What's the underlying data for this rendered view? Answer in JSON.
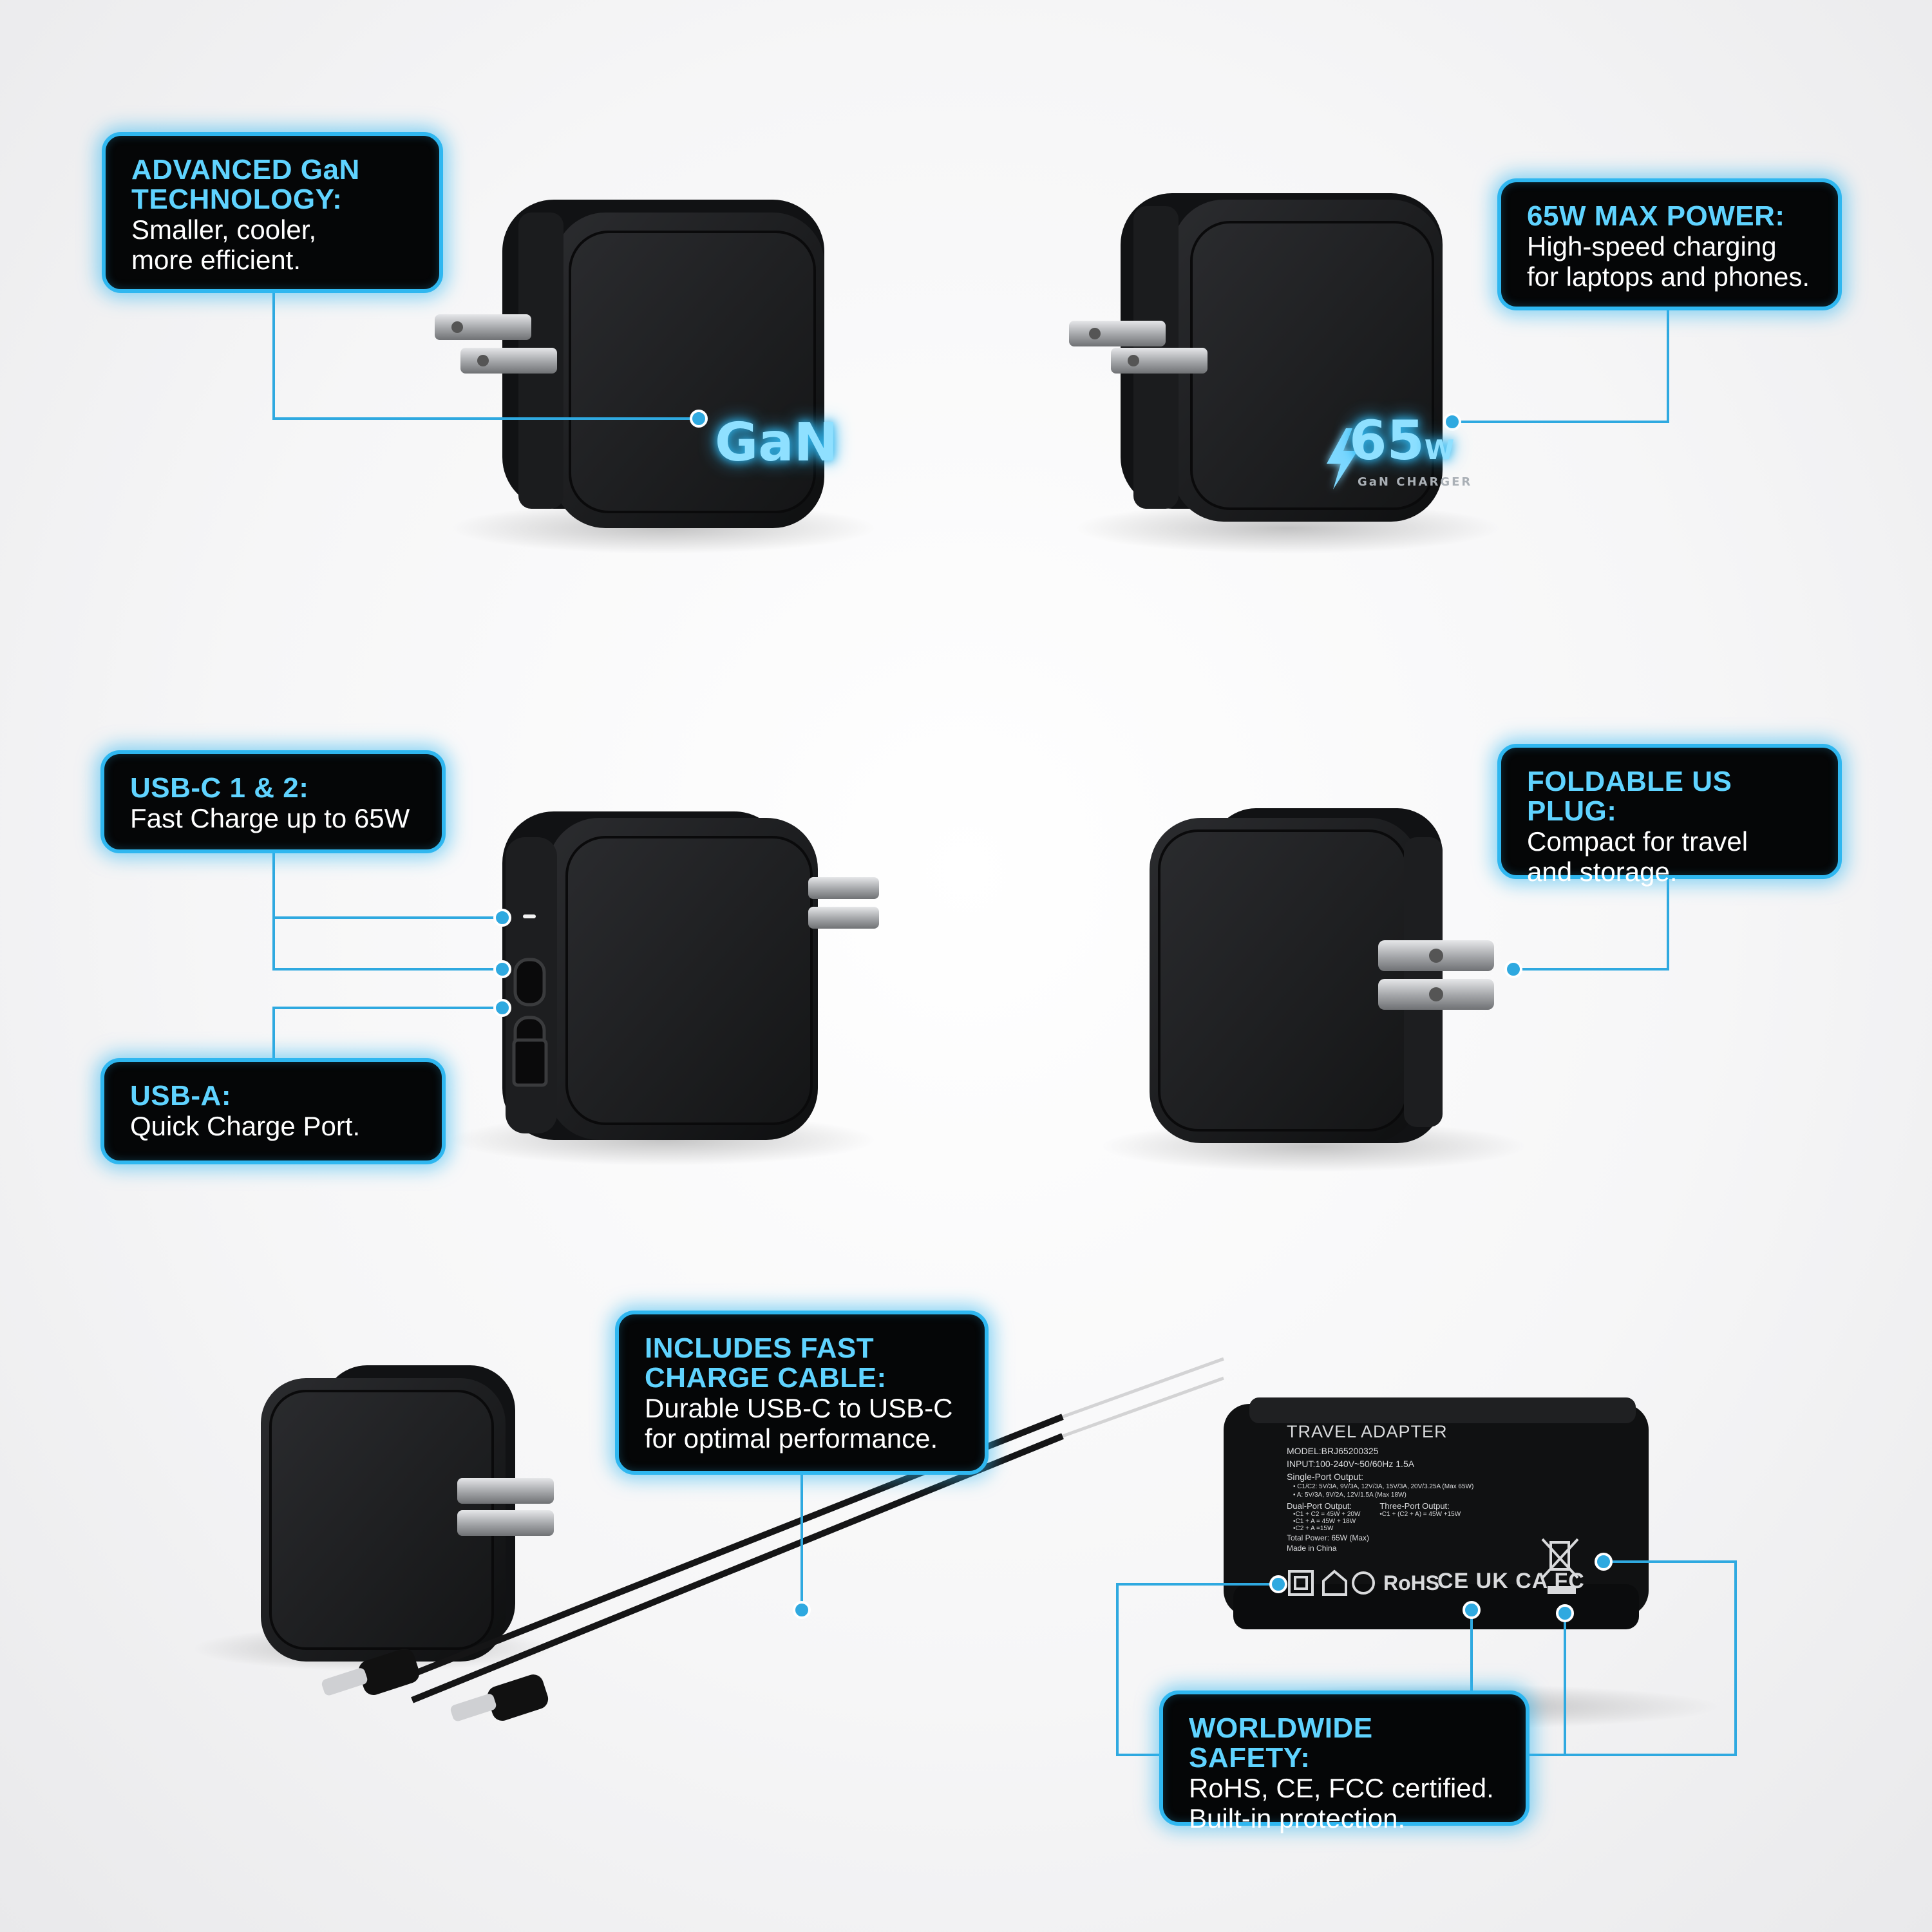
{
  "callouts": {
    "gan": {
      "title": "ADVANCED GaN TECHNOLOGY:",
      "body": "Smaller, cooler,\nmore efficient."
    },
    "power": {
      "title": "65W MAX POWER:",
      "body": "High-speed charging\nfor laptops and phones."
    },
    "usbc": {
      "title": "USB-C 1 & 2:",
      "body": "Fast Charge up to 65W"
    },
    "usba": {
      "title": "USB-A:",
      "body": "Quick Charge Port."
    },
    "plug": {
      "title": "FOLDABLE US PLUG:",
      "body": "Compact for travel\nand storage."
    },
    "cable": {
      "title": "INCLUDES FAST CHARGE CABLE:",
      "body": "Durable USB-C to USB-C\nfor optimal performance."
    },
    "safety": {
      "title": "WORLDWIDE SAFETY:",
      "body": "RoHS, CE, FCC certified.\nBuilt-in protection."
    }
  },
  "product_marks": {
    "gan_logo": "GaN",
    "power_logo": "65",
    "power_unit": "W",
    "power_sub": "GaN CHARGER"
  },
  "label": {
    "title": "TRAVEL ADAPTER",
    "model": "MODEL:BRJ65200325",
    "input": "INPUT:100-240V~50/60Hz 1.5A",
    "single_port_heading": "Single-Port Output:",
    "single_c": "• C1/C2: 5V/3A, 9V/3A, 12V/3A, 15V/3A, 20V/3.25A (Max 65W)",
    "single_a": "• A: 5V/3A, 9V/2A, 12V/1.5A (Max 18W)",
    "dual_heading": "Dual-Port Output:",
    "dual_1": "•C1 + C2 = 45W + 20W",
    "dual_2": "•C1 + A = 45W + 18W",
    "dual_3": "•C2 + A =15W",
    "three_heading": "Three-Port Output:",
    "three_1": "•C1 + (C2 + A) = 45W +15W",
    "total": "Total Power: 65W (Max)",
    "origin": "Made in China",
    "certs": "RoHS",
    "cert_marks": "CE UK CA FC"
  },
  "colors": {
    "accent": "#2fb7f0",
    "callout_bg": "#050607",
    "heading": "#5fd3ff",
    "device": "#17181a"
  }
}
